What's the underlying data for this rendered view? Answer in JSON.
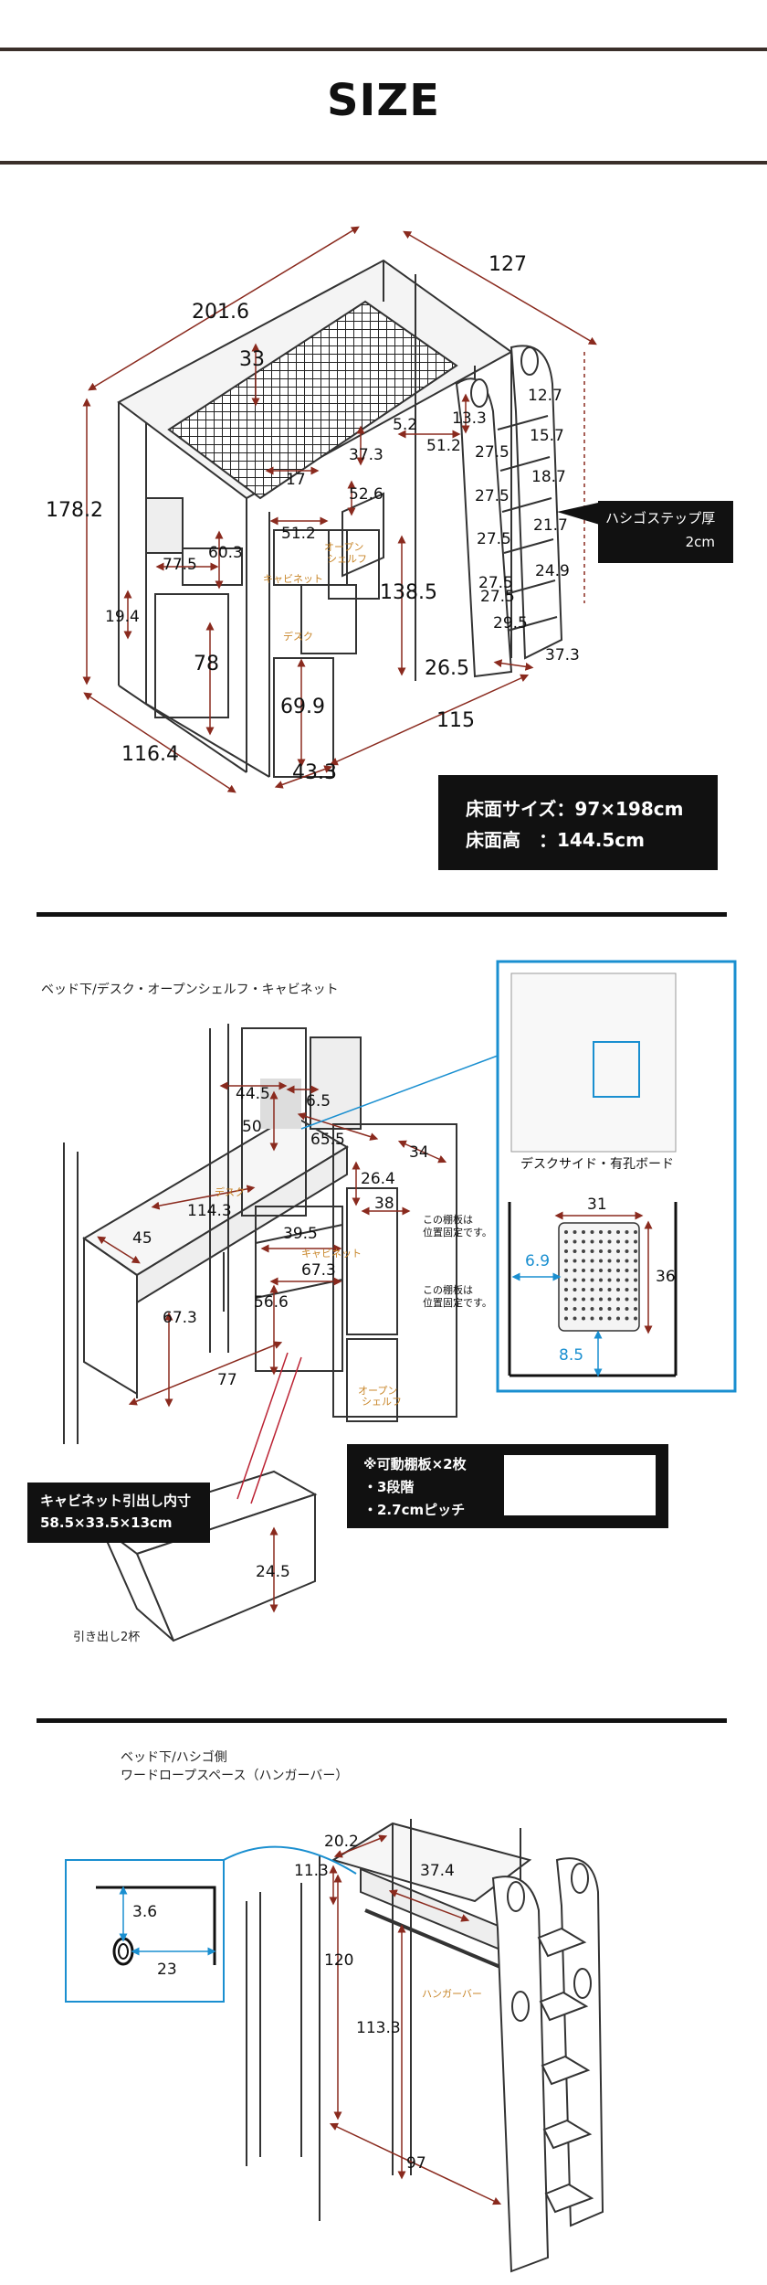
{
  "header": {
    "title": "SIZE"
  },
  "section1": {
    "dims": {
      "length": "201.6",
      "depth": "127",
      "height": "178.2",
      "guard": "33",
      "base_depth": "116.4",
      "desk_w": "43.3",
      "desk_len": "115",
      "ladder_w": "26.5",
      "ladder_d": "37.3",
      "under_h": "138.5",
      "desk_h": "69.9",
      "cab_h": "78",
      "cab_low": "19.4",
      "shelf_w": "77.5",
      "shelf_h": "60.3",
      "shelf_gap": "17",
      "d_51_2a": "51.2",
      "d_51_2b": "51.2",
      "d_52_6": "52.6",
      "d_37_3": "37.3",
      "d_5_2": "5.2",
      "d_13_3": "13.3",
      "steps": [
        "12.7",
        "15.7",
        "18.7",
        "21.7",
        "24.9",
        "29.5"
      ],
      "step_gaps": [
        "27.5",
        "27.5",
        "27.5",
        "27.5",
        "27.5"
      ]
    },
    "labels": {
      "cabinet": "キャビネット",
      "open_shelf_1": "オープン",
      "open_shelf_2": "シェルフ",
      "desk": "デスク"
    },
    "ladder_note": {
      "line1": "ハシゴステップ厚",
      "line2": "2cm"
    },
    "floor_box": {
      "line1": "床面サイズ：97×198cm",
      "line2": "床面高　：144.5cm"
    }
  },
  "section2": {
    "caption": "ベッド下/デスク・オープンシェルフ・キャビネット",
    "dims": {
      "d_44_5": "44.5",
      "d_6_5": "6.5",
      "d_50": "50",
      "d_65_5": "65.5",
      "d_34": "34",
      "d_26_4": "26.4",
      "d_38": "38",
      "d_114_3": "114.3",
      "d_45": "45",
      "d_39_5": "39.5",
      "d_67_3a": "67.3",
      "d_56_6": "56.6",
      "d_67_3b": "67.3",
      "d_77": "77",
      "d_24_5": "24.5"
    },
    "labels": {
      "desk": "デスク",
      "cabinet": "キャビネット",
      "open_shelf_1": "オープン",
      "open_shelf_2": "シェルフ"
    },
    "fixed_note_1": {
      "line1": "この棚板は",
      "line2": "位置固定です。"
    },
    "fixed_note_2": {
      "line1": "この棚板は",
      "line2": "位置固定です。"
    },
    "inset": {
      "caption": "デスクサイド・有孔ボード",
      "board_w": "31",
      "board_h": "36",
      "edge_side": "6.9",
      "edge_bottom": "8.5"
    },
    "shelf_box": {
      "line1": "※可動棚板×2枚",
      "line2": "・3段階",
      "line3": "・2.7cmピッチ"
    },
    "drawer_box": {
      "line1": "キャビネット引出し内寸",
      "line2": "58.5×33.5×13cm"
    },
    "drawer_caption": "引き出し2杯"
  },
  "section3": {
    "caption_line1": "ベッド下/ハシゴ側",
    "caption_line2": "ワードロープスペース（ハンガーバー）",
    "dims": {
      "d_20_2": "20.2",
      "d_11_3": "11.3",
      "d_37_4": "37.4",
      "d_120": "120",
      "d_113_3": "113.3",
      "d_97": "97"
    },
    "hanger_label": "ハンガーバー",
    "inset": {
      "d_3_6": "3.6",
      "d_23": "23"
    }
  },
  "colors": {
    "accent_rule": "#3a2f2a",
    "dim_arrow": "#8a2a1e",
    "blue": "#1a8fd0",
    "orange_label": "#c8862a"
  }
}
